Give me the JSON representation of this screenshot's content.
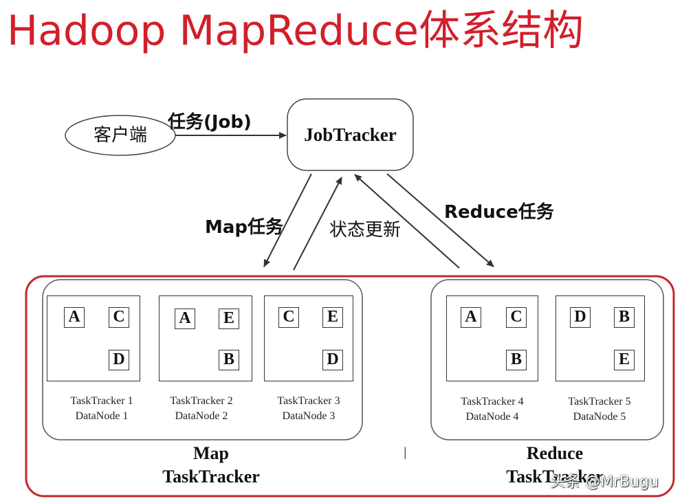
{
  "title": "Hadoop MapReduce体系结构",
  "colors": {
    "title": "#d21f2b",
    "outer_border": "#c1272d",
    "ink": "#222222"
  },
  "client": {
    "label": "客户端"
  },
  "job_arrow_label": "任务(Job)",
  "jobtracker": {
    "label": "JobTracker"
  },
  "arrows": {
    "map_task": "Map任务",
    "status_update": "状态更新",
    "reduce_task": "Reduce任务"
  },
  "map_group": {
    "caption_line1": "Map",
    "caption_line2": "TaskTracker",
    "nodes": [
      {
        "blocks": [
          "A",
          "C",
          "D"
        ],
        "tracker": "TaskTracker 1",
        "datanode": "DataNode 1"
      },
      {
        "blocks": [
          "A",
          "E",
          "B"
        ],
        "tracker": "TaskTracker 2",
        "datanode": "DataNode 2"
      },
      {
        "blocks": [
          "C",
          "E",
          "D"
        ],
        "tracker": "TaskTracker 3",
        "datanode": "DataNode 3"
      }
    ]
  },
  "reduce_group": {
    "caption_line1": "Reduce",
    "caption_line2": "TaskTracker",
    "nodes": [
      {
        "blocks": [
          "A",
          "C",
          "B"
        ],
        "tracker": "TaskTracker 4",
        "datanode": "DataNode 4"
      },
      {
        "blocks": [
          "D",
          "B",
          "E"
        ],
        "tracker": "TaskTracker 5",
        "datanode": "DataNode 5"
      }
    ]
  },
  "separator_mark": "|",
  "watermark": "头条 @MrBugu"
}
